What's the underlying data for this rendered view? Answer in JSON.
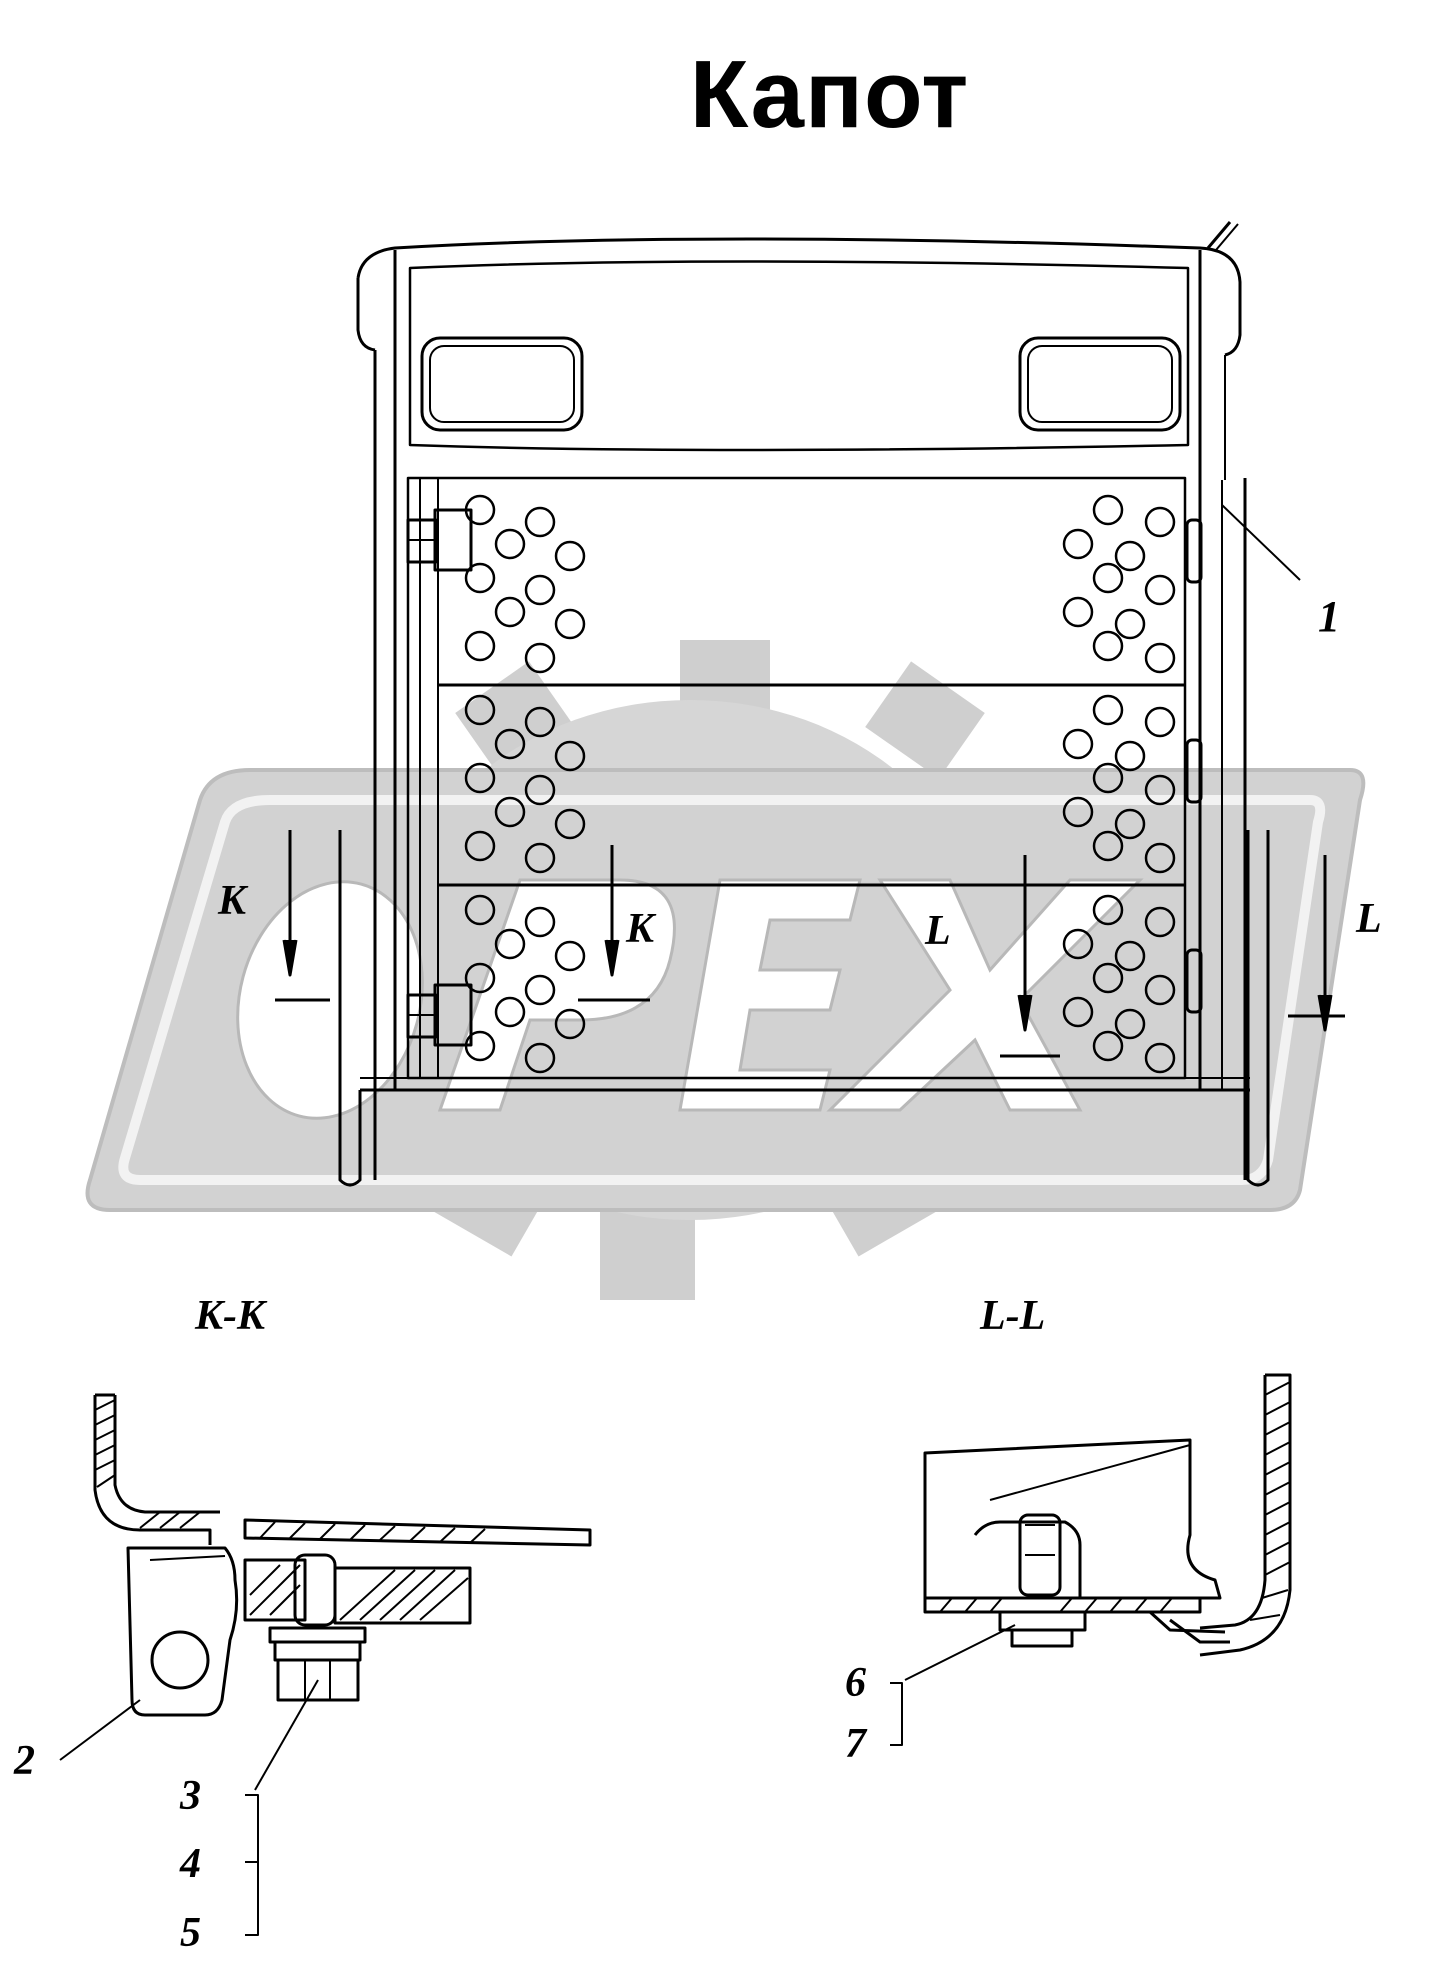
{
  "title": "Капот",
  "watermark": "OPEX",
  "callouts": {
    "c1": "1",
    "c2": "2",
    "c3": "3",
    "c4": "4",
    "c5": "5",
    "c6": "6",
    "c7": "7"
  },
  "section_marks": {
    "k_left": "K",
    "k_right": "K",
    "l_left": "L",
    "l_right": "L"
  },
  "section_titles": {
    "kk": "K-K",
    "ll": "L-L"
  },
  "colors": {
    "line": "#000000",
    "watermark": "#c8c8c8"
  }
}
